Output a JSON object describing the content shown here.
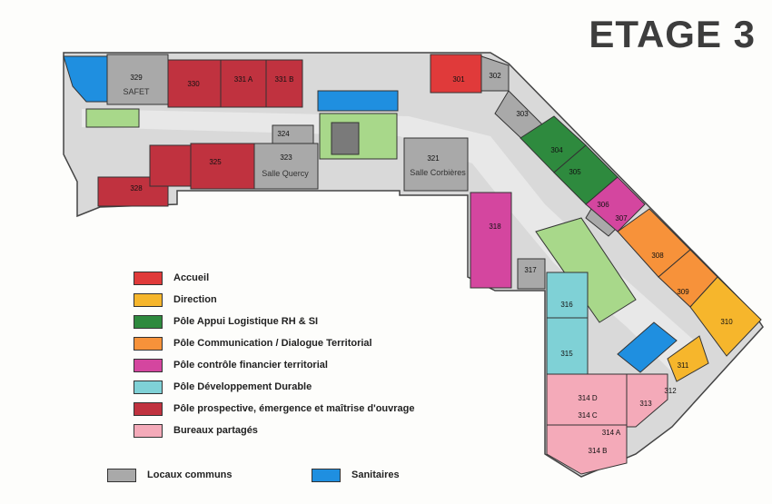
{
  "title": "ETAGE 3",
  "legend": [
    {
      "label": "Accueil",
      "color": "#e03a3a"
    },
    {
      "label": "Direction",
      "color": "#f6b62c"
    },
    {
      "label": "Pôle Appui Logistique RH & SI",
      "color": "#2e8a3e"
    },
    {
      "label": "Pôle Communication / Dialogue Territorial",
      "color": "#f7923a"
    },
    {
      "label": "Pôle contrôle financier territorial",
      "color": "#d4469f"
    },
    {
      "label": "Pôle Développement Durable",
      "color": "#7fd1d6"
    },
    {
      "label": "Pôle prospective, émergence et maîtrise d'ouvrage",
      "color": "#c0323f"
    },
    {
      "label": "Bureaux partagés",
      "color": "#f4aab9"
    }
  ],
  "legend_bottom": [
    {
      "label": "Locaux communs",
      "color": "#a9a9a9"
    },
    {
      "label": "Sanitaires",
      "color": "#1f8fe0"
    }
  ],
  "rooms": {
    "r329": "329",
    "r330": "330",
    "r331a": "331 A",
    "r331b": "331 B",
    "r301": "301",
    "r302": "302",
    "r303": "303",
    "r304": "304",
    "r305": "305",
    "r306": "306",
    "r307": "307",
    "r308": "308",
    "r309": "309",
    "r310": "310",
    "r311": "311",
    "r312": "312",
    "r313": "313",
    "r314a": "314 A",
    "r314b": "314 B",
    "r314c": "314 C",
    "r314d": "314 D",
    "r315": "315",
    "r316": "316",
    "r317": "317",
    "r318": "318",
    "r321": "321",
    "r323": "323",
    "r324": "324",
    "r325": "325",
    "r328": "328"
  },
  "handwritten": {
    "safe": "SAFET",
    "quercy": "Salle Quercy",
    "corbieres": "Salle Corbières"
  }
}
